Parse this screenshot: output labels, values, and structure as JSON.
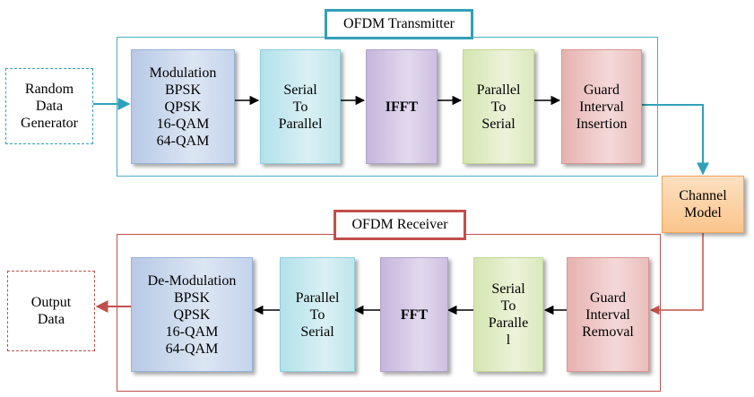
{
  "transmitter": {
    "title": "OFDM Transmitter",
    "source": "Random\nData\nGenerator",
    "blocks": [
      "Modulation\nBPSK\nQPSK\n16-QAM\n64-QAM",
      "Serial\nTo\nParallel",
      "IFFT",
      "Parallel\nTo\nSerial",
      "Guard\nInterval\nInsertion"
    ]
  },
  "channel": "Channel\nModel",
  "receiver": {
    "title": "OFDM Receiver",
    "sink": "Output\nData",
    "blocks": [
      "De-Modulation\nBPSK\nQPSK\n16-QAM\n64-QAM",
      "Parallel\nTo\nSerial",
      "FFT",
      "Serial\nTo\nParalle\nl",
      "Guard\nInterval\nRemoval"
    ]
  },
  "colors": {
    "transmitter_accent": "#4bacc6",
    "receiver_accent": "#c0504d"
  }
}
